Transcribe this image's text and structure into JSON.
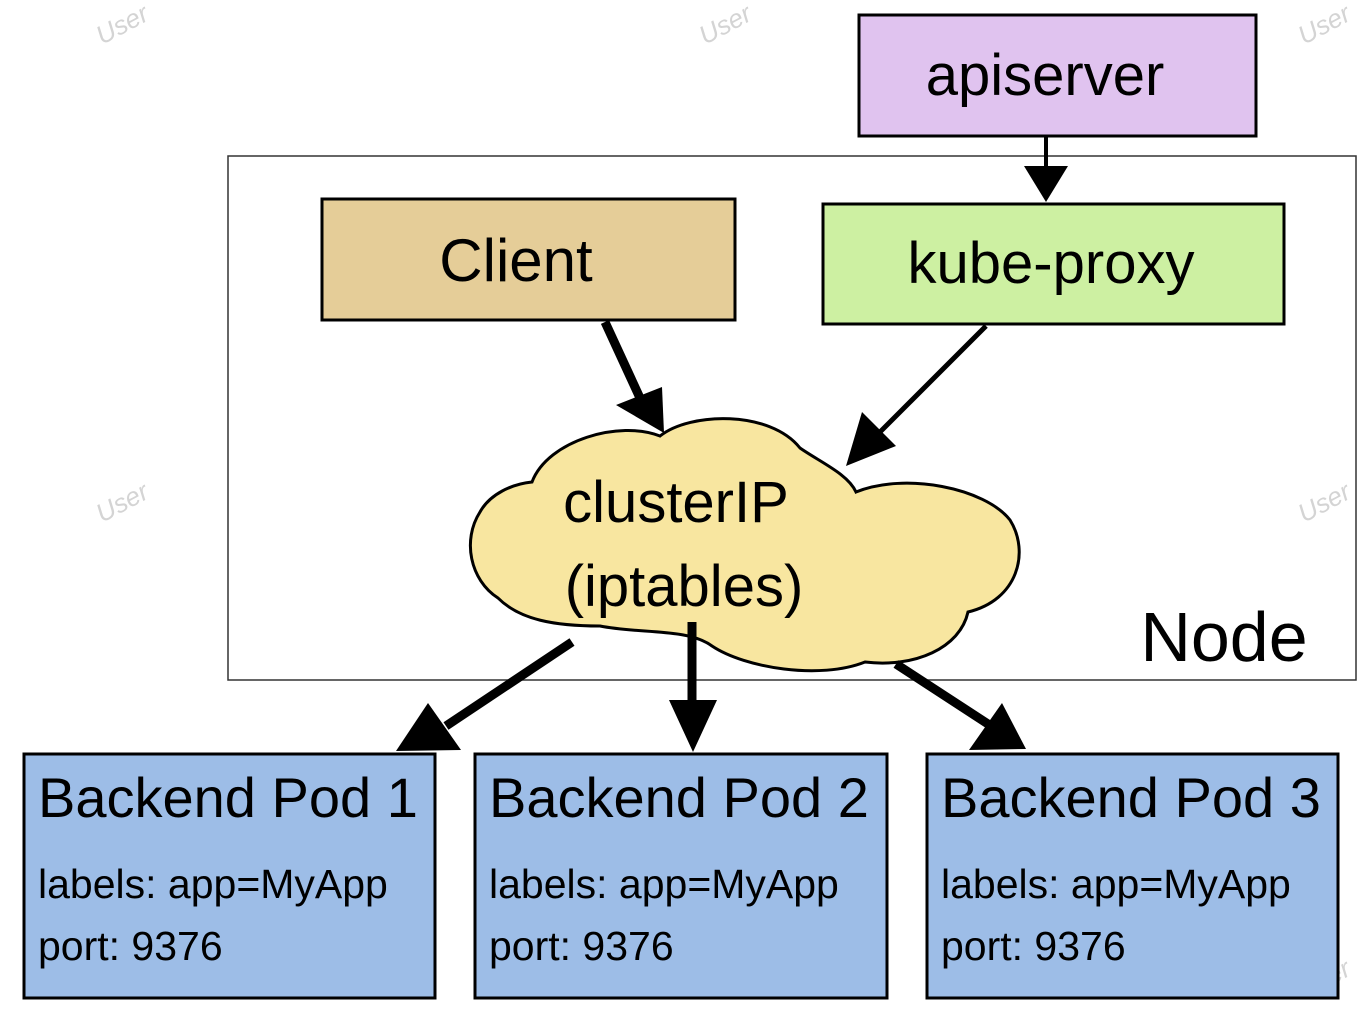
{
  "colors": {
    "apiserver_fill": "#e0c3ef",
    "kube_proxy_fill": "#cdf0a2",
    "client_fill": "#e5cd98",
    "cloud_fill": "#f8e6a0",
    "pod_fill": "#9dbde7",
    "stroke": "#000000",
    "watermark": "#d4d4d4"
  },
  "apiserver": {
    "label": "apiserver"
  },
  "node": {
    "label": "Node"
  },
  "client": {
    "label": "Client"
  },
  "kube_proxy": {
    "label": "kube-proxy"
  },
  "cluster_ip": {
    "line1": "clusterIP",
    "line2": "(iptables)"
  },
  "pods": [
    {
      "title": "Backend Pod 1",
      "labels": "labels: app=MyApp",
      "port": "port: 9376"
    },
    {
      "title": "Backend Pod 2",
      "labels": "labels: app=MyApp",
      "port": "port: 9376"
    },
    {
      "title": "Backend Pod 3",
      "labels": "labels: app=MyApp",
      "port": "port: 9376"
    }
  ],
  "watermark": {
    "text": "User"
  }
}
